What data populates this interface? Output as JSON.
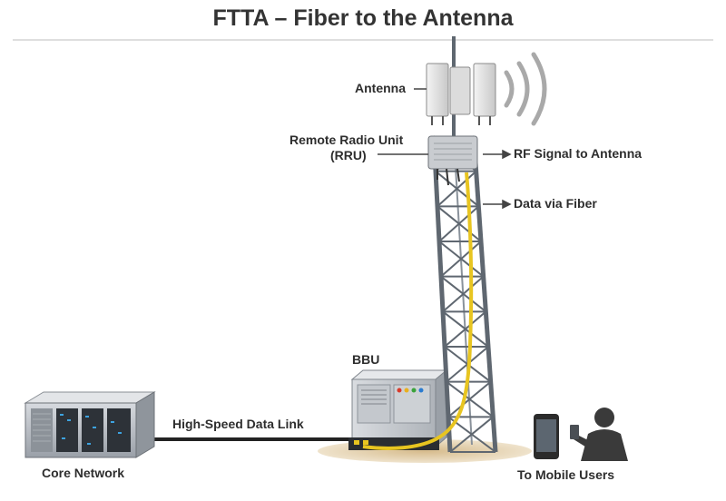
{
  "title": "FTTA – Fiber to the Antenna",
  "labels": {
    "antenna": "Antenna",
    "rru_line1": "Remote Radio Unit",
    "rru_line2": "(RRU)",
    "rf_signal": "RF Signal to Antenna",
    "data_fiber": "Data via Fiber",
    "bbu": "BBU",
    "data_link": "High-Speed Data Link",
    "core_network": "Core Network",
    "mobile_users": "To Mobile Users"
  },
  "colors": {
    "fiber": "#e8c520",
    "tower_steel": "#5f6770",
    "arrow": "#444444",
    "cabinet": "#c9cdd2",
    "ground": "#d9c39a"
  },
  "icons": {
    "antenna": "antenna-panel-icon",
    "signal": "radio-waves-icon",
    "rru": "radio-unit-icon",
    "bbu": "cabinet-icon",
    "core": "server-rack-icon",
    "phone": "smartphone-icon",
    "user": "person-icon"
  }
}
